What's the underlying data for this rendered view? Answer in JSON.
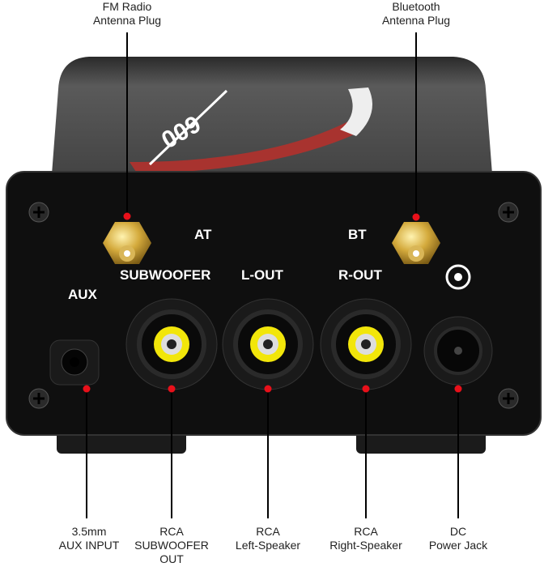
{
  "callouts_top": [
    {
      "line1": "FM Radio",
      "line2": "Antenna Plug"
    },
    {
      "line1": "Bluetooth",
      "line2": "Antenna Plug"
    }
  ],
  "callouts_bottom": [
    {
      "line1": "3.5mm",
      "line2": "AUX INPUT",
      "line3": ""
    },
    {
      "line1": "RCA",
      "line2": "SUBWOOFER",
      "line3": "OUT"
    },
    {
      "line1": "RCA",
      "line2": "Left-Speaker",
      "line3": ""
    },
    {
      "line1": "RCA",
      "line2": "Right-Speaker",
      "line3": ""
    },
    {
      "line1": "DC",
      "line2": "Power Jack",
      "line3": ""
    }
  ],
  "panel_labels": {
    "at": "AT",
    "bt": "BT",
    "subwoofer": "SUBWOOFER",
    "l_out": "L-OUT",
    "r_out": "R-OUT",
    "aux": "AUX"
  },
  "lid_logo": "600",
  "colors": {
    "marker": "#e8101a",
    "panel": "#111111",
    "lid": "#505050",
    "rca_yellow": "#f2e60a",
    "gold": "#c9a43a"
  }
}
